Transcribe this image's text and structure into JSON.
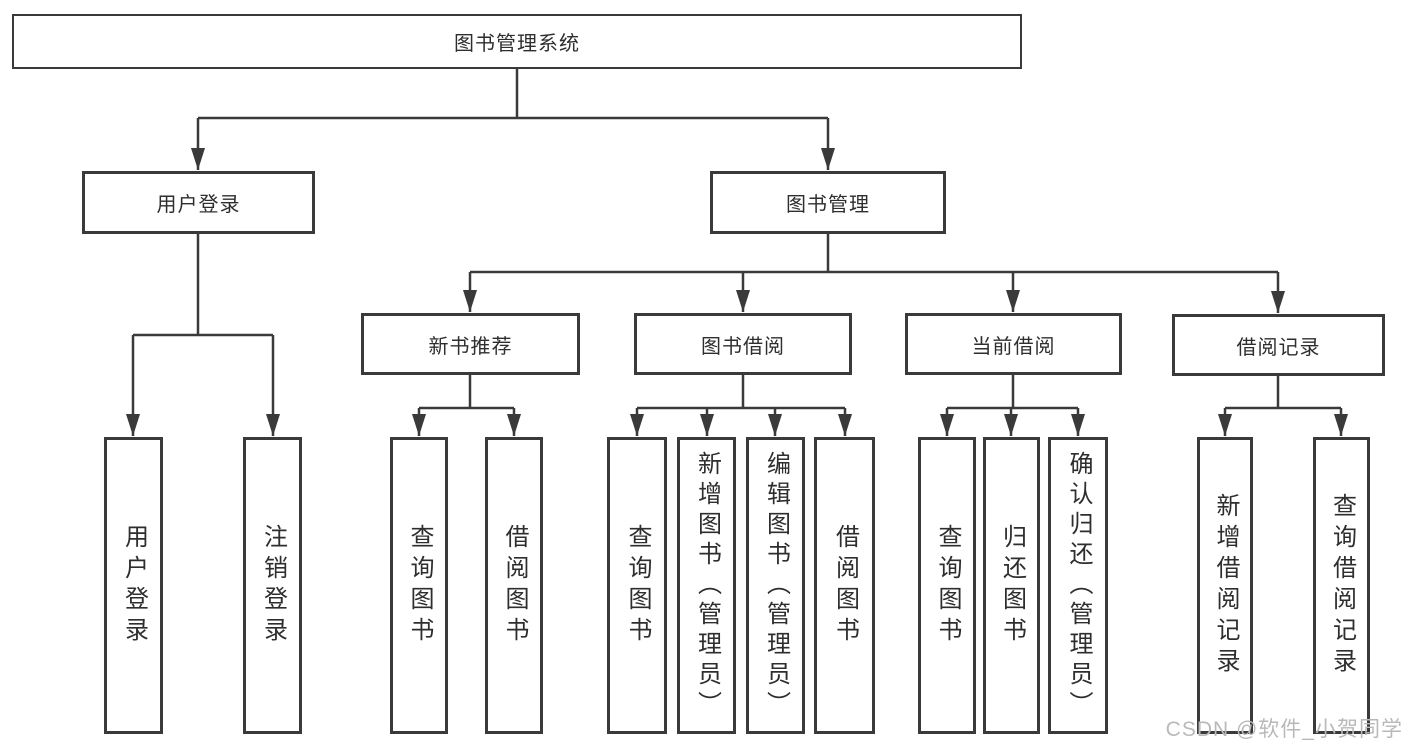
{
  "root": {
    "label": "图书管理系统"
  },
  "branches": {
    "user_login": {
      "label": "用户登录",
      "children": [
        {
          "label": "用户登录"
        },
        {
          "label": "注销登录"
        }
      ]
    },
    "book_management": {
      "label": "图书管理",
      "sections": [
        {
          "label": "新书推荐",
          "children": [
            {
              "label": "查询图书"
            },
            {
              "label": "借阅图书"
            }
          ]
        },
        {
          "label": "图书借阅",
          "children": [
            {
              "label": "查询图书"
            },
            {
              "label": "新增图书（管理员）"
            },
            {
              "label": "编辑图书（管理员）"
            },
            {
              "label": "借阅图书"
            }
          ]
        },
        {
          "label": "当前借阅",
          "children": [
            {
              "label": "查询图书"
            },
            {
              "label": "归还图书"
            },
            {
              "label": "确认归还（管理员）"
            }
          ]
        },
        {
          "label": "借阅记录",
          "children": [
            {
              "label": "新增借阅记录"
            },
            {
              "label": "查询借阅记录"
            }
          ]
        }
      ]
    }
  },
  "watermark": "CSDN @软件_小贺同学",
  "colors": {
    "line": "#3a3a3a",
    "text": "#2e2e2e",
    "background": "#ffffff",
    "watermark": "#b9b9b9"
  }
}
